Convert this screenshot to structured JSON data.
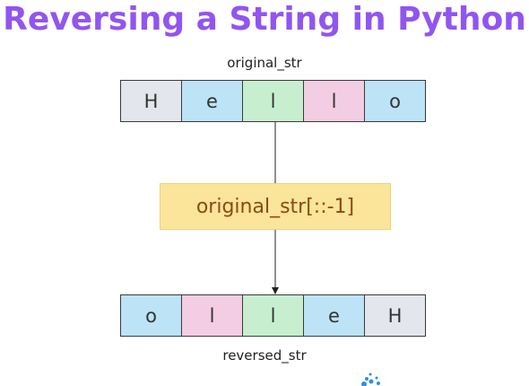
{
  "title": "Reversing a String in Python",
  "original": {
    "label": "original_str",
    "chars": [
      "H",
      "e",
      "l",
      "l",
      "o"
    ],
    "colors": [
      "#e3e6ec",
      "#bde3f6",
      "#c7efcf",
      "#f2cde4",
      "#bde3f6"
    ]
  },
  "operation": {
    "code": "original_str[::-1]",
    "fill": "#fbe59b",
    "text_color": "#8b4a12"
  },
  "reversed": {
    "label": "reversed_str",
    "chars": [
      "o",
      "l",
      "l",
      "e",
      "H"
    ],
    "colors": [
      "#bde3f6",
      "#f2cde4",
      "#c7efcf",
      "#bde3f6",
      "#e3e6ec"
    ]
  },
  "colors": {
    "title": "#9155f0",
    "logo": "#2f8fe0"
  }
}
